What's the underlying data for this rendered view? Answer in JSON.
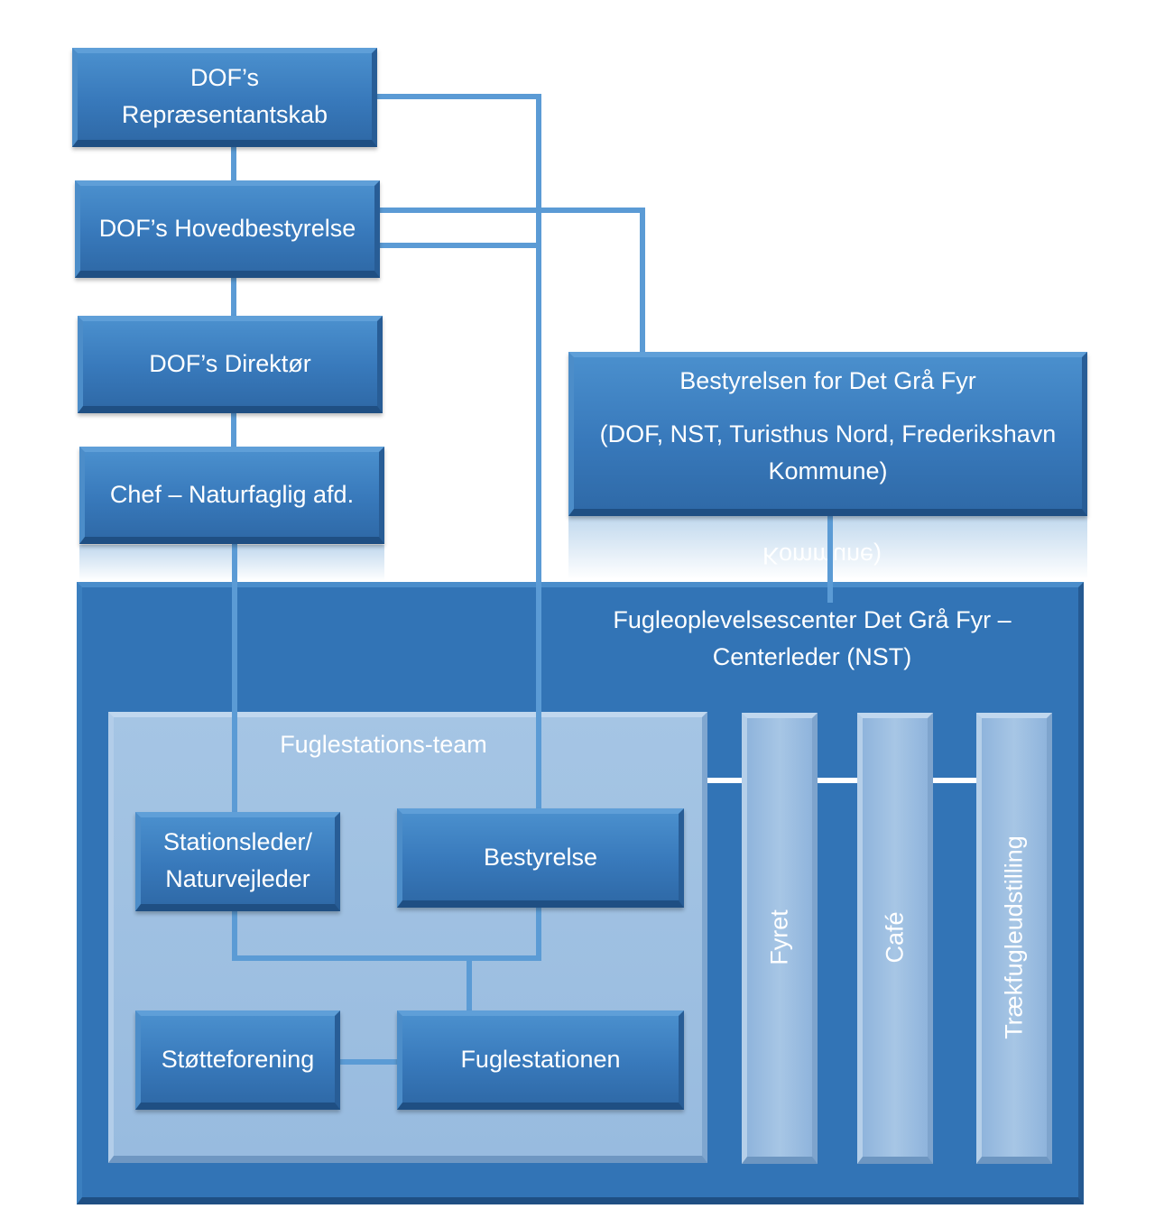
{
  "colors": {
    "box_blue": "#3a7cbf",
    "container_blue": "#3274b6",
    "team_light": "#9fc1e2",
    "connector": "#5b9bd5",
    "text": "#ffffff"
  },
  "boxes": {
    "representantskab": [
      "DOF’s",
      "Repræsentantskab"
    ],
    "hovedbestyrelse": [
      "DOF’s Hovedbestyrelse"
    ],
    "direktor": [
      "DOF’s Direktør"
    ],
    "chef": [
      "Chef – Naturfaglig afd."
    ],
    "bestyrelsen_fyr": {
      "line1": "Bestyrelsen for Det Grå Fyr",
      "line2": "(DOF, NST, Turisthus Nord, Frederikshavn",
      "line3": "Kommune)"
    },
    "center": [
      "Fugleoplevelsescenter Det Grå Fyr –",
      "Centerleder (NST)"
    ],
    "team_title": "Fuglestations-team",
    "stationsleder": [
      "Stationsleder/",
      "Naturvejleder"
    ],
    "bestyrelse": [
      "Bestyrelse"
    ],
    "stotteforening": [
      "Støtteforening"
    ],
    "fuglestationen": [
      "Fuglestationen"
    ],
    "pillars": [
      "Fyret",
      "Café",
      "Trækfugleudstilling"
    ]
  }
}
